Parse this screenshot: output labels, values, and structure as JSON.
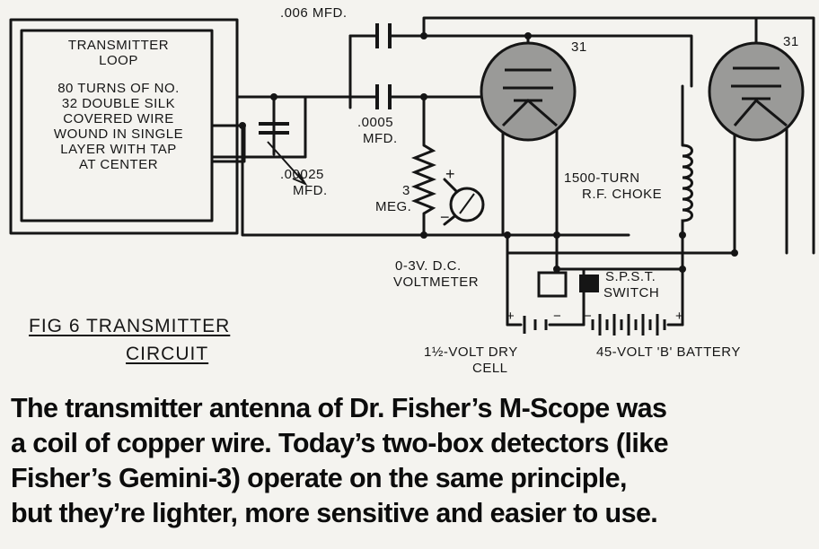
{
  "diagram": {
    "loop_label": [
      "TRANSMITTER",
      "LOOP",
      "80 TURNS OF NO.",
      "32 DOUBLE SILK",
      "COVERED WIRE",
      "WOUND IN SINGLE",
      "LAYER WITH TAP",
      "AT CENTER"
    ],
    "cap_top": ".006 MFD.",
    "cap_mid": [
      ".0005",
      "MFD."
    ],
    "cap_var": [
      ".00025",
      "MFD."
    ],
    "tube_left": "31",
    "tube_right": "31",
    "resistor": [
      "3",
      "MEG."
    ],
    "meter_plus": "+",
    "meter_minus": "−",
    "voltmeter": [
      "0-3V. D.C.",
      "VOLTMETER"
    ],
    "choke": [
      "1500-TURN",
      "R.F. CHOKE"
    ],
    "switch": [
      "S.P.S.T.",
      "SWITCH"
    ],
    "cell": [
      "1½-VOLT DRY",
      "CELL"
    ],
    "battery": "45-VOLT 'B' BATTERY",
    "cell_plus": "+",
    "cell_minus": "−",
    "batt_minus": "−",
    "batt_plus": "+",
    "fig_title_1": "FIG 6  TRANSMITTER",
    "fig_title_2": "CIRCUIT"
  },
  "caption": [
    "The transmitter antenna of Dr. Fisher’s M-Scope was",
    "a coil of copper wire. Today’s two-box detectors (like",
    "Fisher’s Gemini-3) operate on the same principle,",
    "but they’re lighter, more sensitive and easier to use."
  ]
}
